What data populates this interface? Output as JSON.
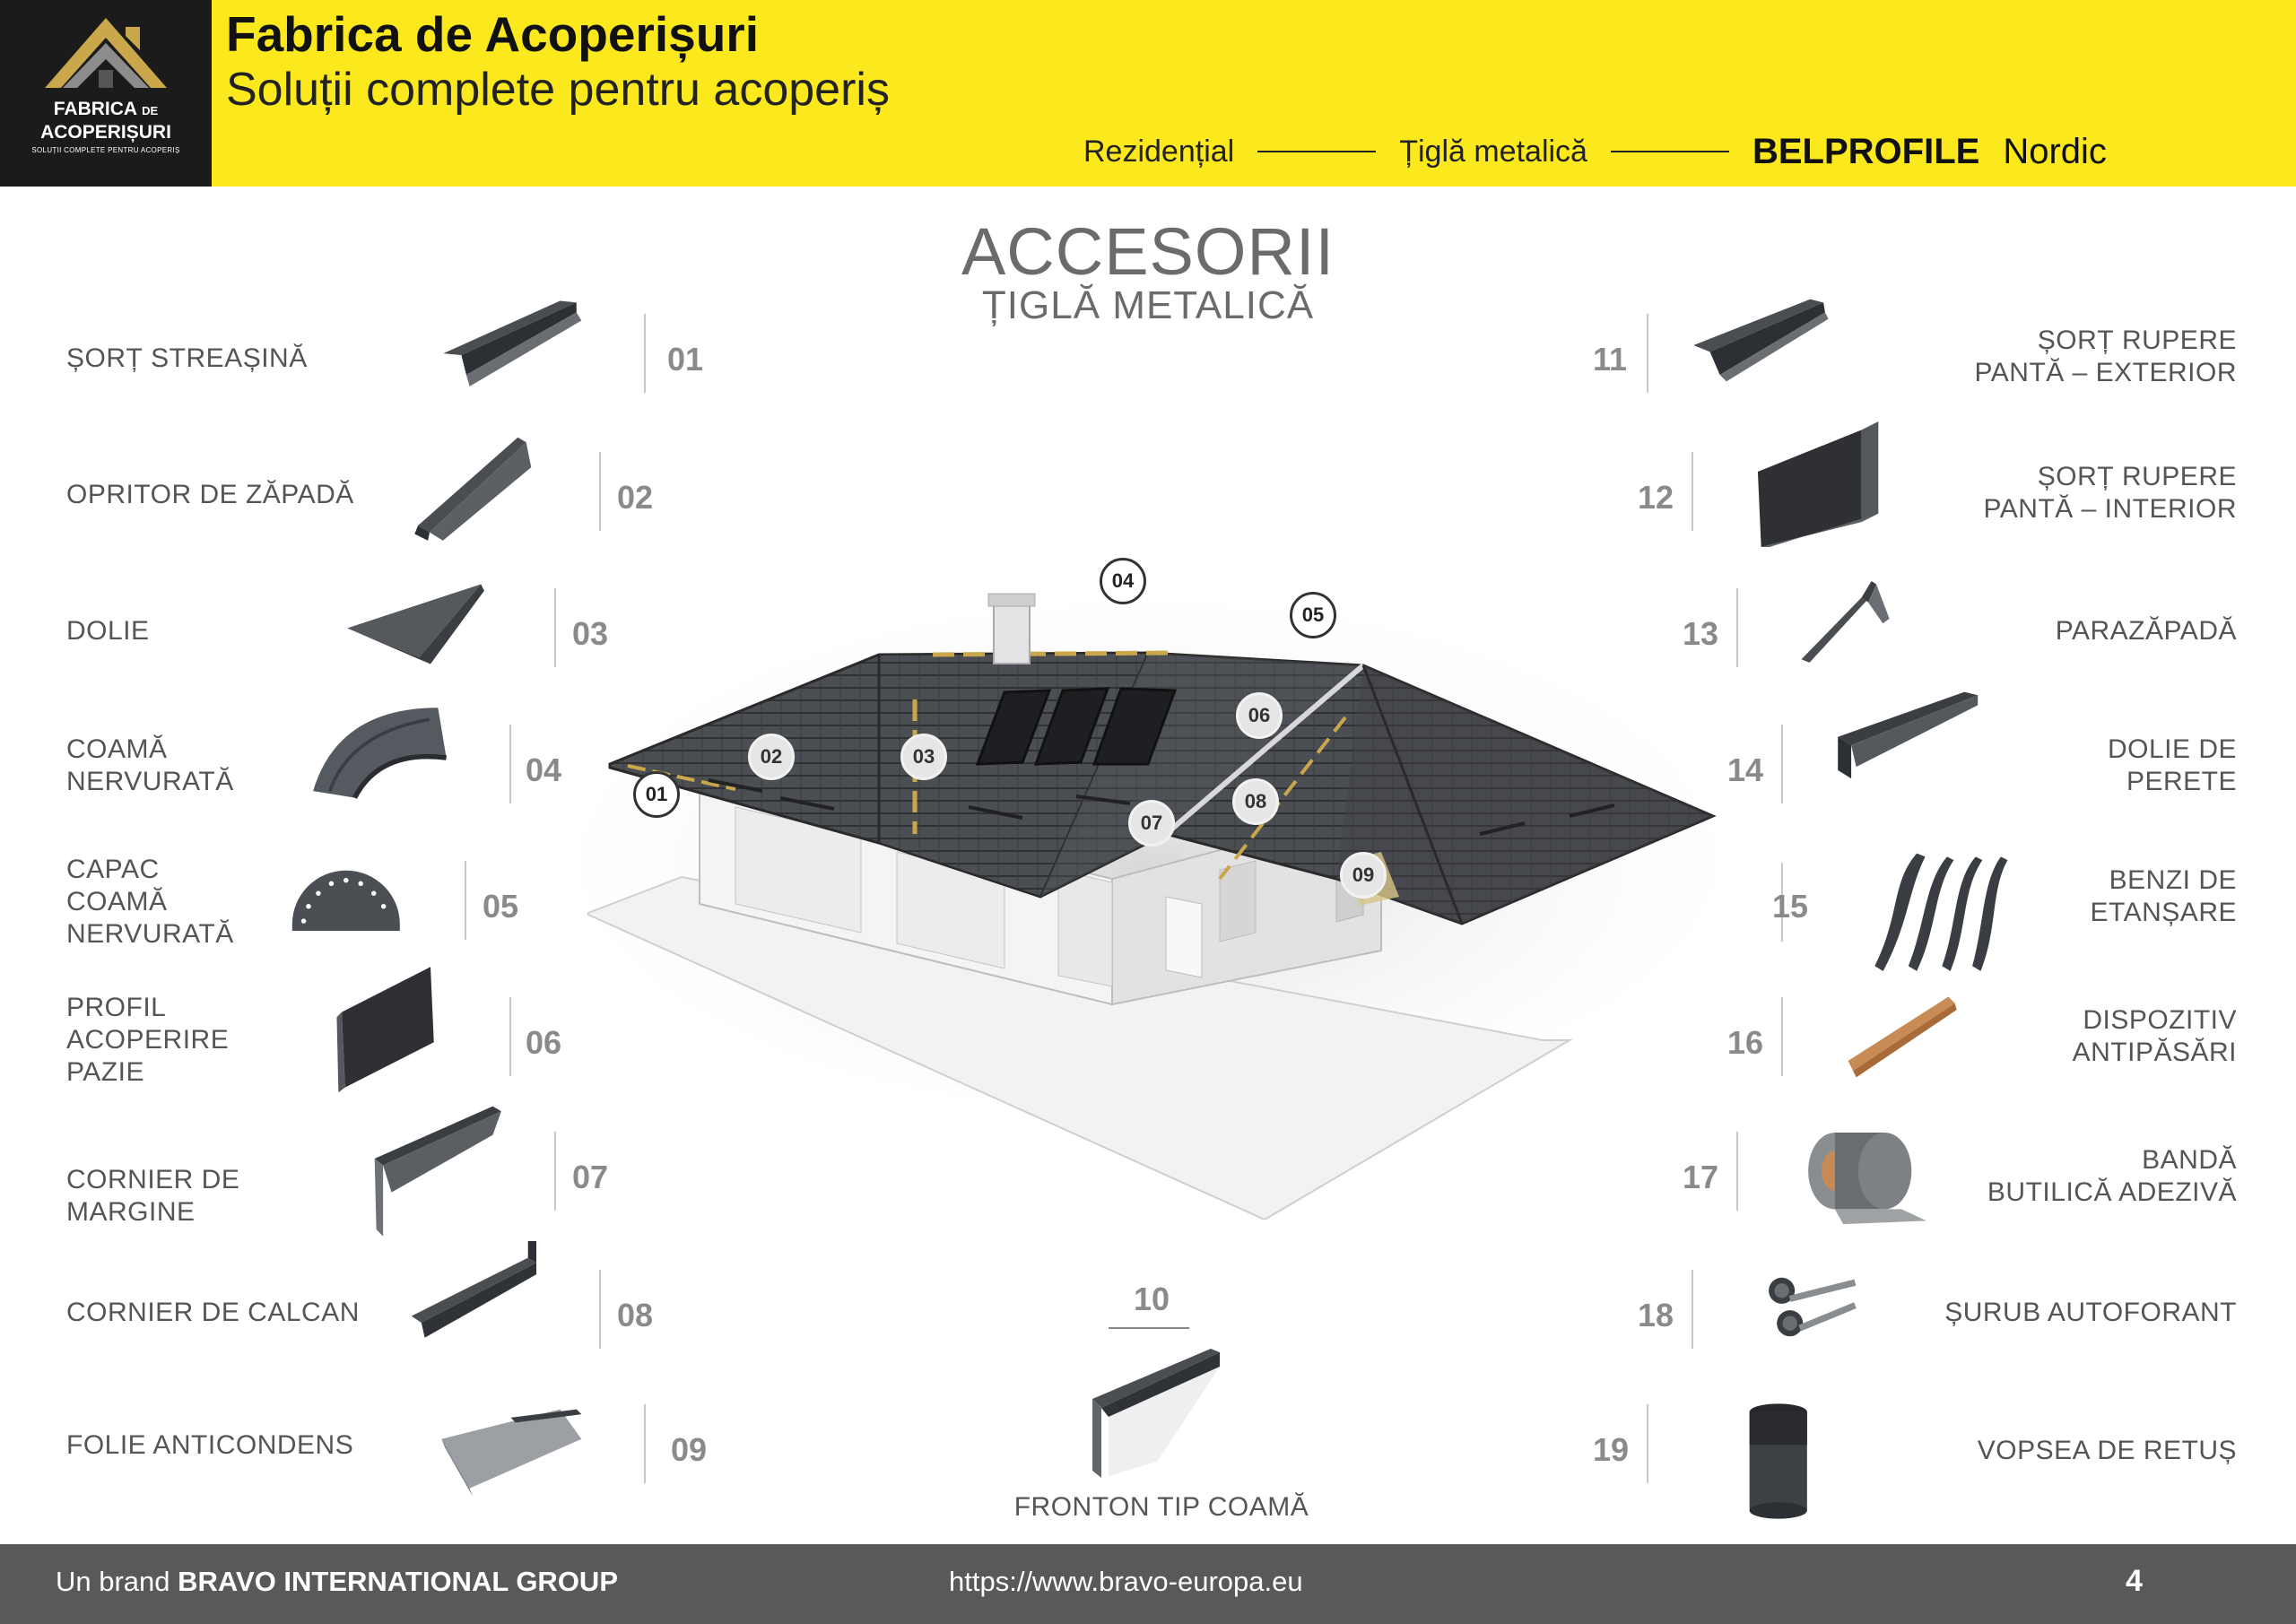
{
  "header": {
    "logo_line1": "FABRICA",
    "logo_de": "DE",
    "logo_line2": "ACOPERIȘURI",
    "logo_tagline": "SOLUȚII COMPLETE PENTRU ACOPERIȘ",
    "brand_title": "Fabrica de Acoperișuri",
    "brand_subtitle": "Soluții complete pentru acoperiș",
    "breadcrumb": [
      "Rezidențial",
      "Țiglă metalică"
    ],
    "breadcrumb_brand": "BELPROFILE",
    "breadcrumb_model": "Nordic",
    "accent_color": "#fbe91d"
  },
  "title": {
    "main": "ACCESORII",
    "sub": "ȚIGLĂ METALICĂ"
  },
  "left_items": [
    {
      "num": "01",
      "lines": [
        "ȘORȚ STREAȘINĂ"
      ],
      "icon": "eaves-flashing-icon"
    },
    {
      "num": "02",
      "lines": [
        "OPRITOR DE ZĂPADĂ"
      ],
      "icon": "snow-stopper-icon"
    },
    {
      "num": "03",
      "lines": [
        "DOLIE"
      ],
      "icon": "valley-icon"
    },
    {
      "num": "04",
      "lines": [
        "COAMĂ",
        "NERVURATĂ"
      ],
      "icon": "ribbed-ridge-icon"
    },
    {
      "num": "05",
      "lines": [
        "CAPAC",
        "COAMĂ",
        "NERVURATĂ"
      ],
      "icon": "ridge-cap-icon"
    },
    {
      "num": "06",
      "lines": [
        "PROFIL",
        "ACOPERIRE",
        "PAZIE"
      ],
      "icon": "gable-profile-icon"
    },
    {
      "num": "07",
      "lines": [
        "CORNIER DE",
        "MARGINE"
      ],
      "icon": "edge-angle-icon"
    },
    {
      "num": "08",
      "lines": [
        "CORNIER DE CALCAN"
      ],
      "icon": "wall-angle-icon"
    },
    {
      "num": "09",
      "lines": [
        "FOLIE ANTICONDENS"
      ],
      "icon": "membrane-icon"
    }
  ],
  "right_items": [
    {
      "num": "11",
      "lines": [
        "ȘORȚ RUPERE",
        "PANTĂ – EXTERIOR"
      ],
      "icon": "break-flashing-ext-icon"
    },
    {
      "num": "12",
      "lines": [
        "ȘORȚ RUPERE",
        "PANTĂ – INTERIOR"
      ],
      "icon": "break-flashing-int-icon"
    },
    {
      "num": "13",
      "lines": [
        "PARAZĂPADĂ"
      ],
      "icon": "snow-guard-icon"
    },
    {
      "num": "14",
      "lines": [
        "DOLIE DE",
        "PERETE"
      ],
      "icon": "wall-valley-icon"
    },
    {
      "num": "15",
      "lines": [
        "BENZI DE",
        "ETANȘARE"
      ],
      "icon": "sealing-strips-icon"
    },
    {
      "num": "16",
      "lines": [
        "DISPOZITIV",
        "ANTIPĂSĂRI"
      ],
      "icon": "bird-guard-icon"
    },
    {
      "num": "17",
      "lines": [
        "BANDĂ",
        "BUTILICĂ ADEZIVĂ"
      ],
      "icon": "butyl-tape-icon"
    },
    {
      "num": "18",
      "lines": [
        "ȘURUB AUTOFORANT"
      ],
      "icon": "screw-icon"
    },
    {
      "num": "19",
      "lines": [
        "VOPSEA DE RETUȘ"
      ],
      "icon": "paint-can-icon"
    }
  ],
  "center_item": {
    "num": "10",
    "label": "FRONTON TIP COAMĂ",
    "icon": "gable-ridge-icon"
  },
  "house_markers": [
    "01",
    "02",
    "03",
    "04",
    "05",
    "06",
    "07",
    "08",
    "09"
  ],
  "footer": {
    "prefix": "Un brand",
    "company": "BRAVO INTERNATIONAL GROUP",
    "url": "https://www.bravo-europa.eu",
    "page": "4"
  }
}
